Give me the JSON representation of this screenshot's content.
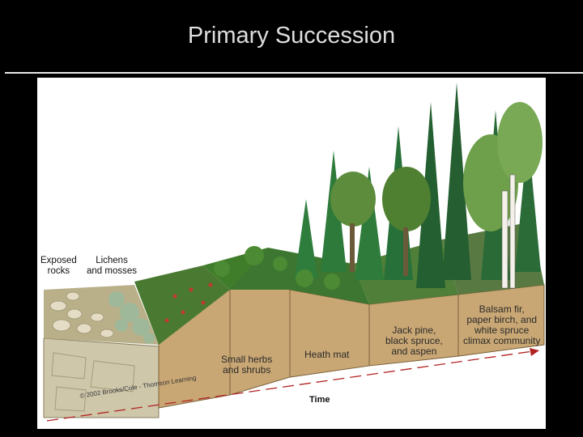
{
  "slide": {
    "title": "Primary Succession"
  },
  "diagram": {
    "stages": [
      {
        "label": "Exposed\nrocks"
      },
      {
        "label": "Lichens\nand mosses"
      },
      {
        "label": "Small herbs\nand shrubs"
      },
      {
        "label": "Heath mat"
      },
      {
        "label": "Jack pine,\nblack spruce,\nand aspen"
      },
      {
        "label": "Balsam fir,\npaper birch, and\nwhite spruce\nclimax community"
      }
    ],
    "axis_label": "Time",
    "copyright": "© 2002 Brooks/Cole - Thomson Learning"
  }
}
